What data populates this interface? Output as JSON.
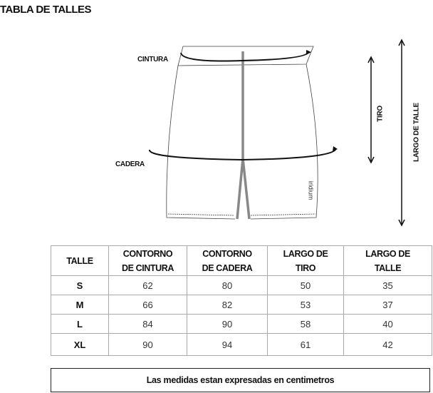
{
  "title": "TABLA DE TALLES",
  "diagram": {
    "cintura": "CINTURA",
    "cadera": "CADERA",
    "tiro": "TIRO",
    "largo_talle": "LARGO DE TALLE",
    "brand": "iridium"
  },
  "table": {
    "headers": [
      [
        "TALLE",
        ""
      ],
      [
        "CONTORNO",
        "DE CINTURA"
      ],
      [
        "CONTORNO",
        "DE CADERA"
      ],
      [
        "LARGO DE",
        "TIRO"
      ],
      [
        "LARGO DE",
        "TALLE"
      ]
    ],
    "rows": [
      [
        "S",
        "62",
        "80",
        "50",
        "35"
      ],
      [
        "M",
        "66",
        "82",
        "53",
        "37"
      ],
      [
        "L",
        "84",
        "90",
        "58",
        "40"
      ],
      [
        "XL",
        "90",
        "94",
        "61",
        "42"
      ]
    ]
  },
  "footer": "Las medidas estan expresadas en centimetros"
}
